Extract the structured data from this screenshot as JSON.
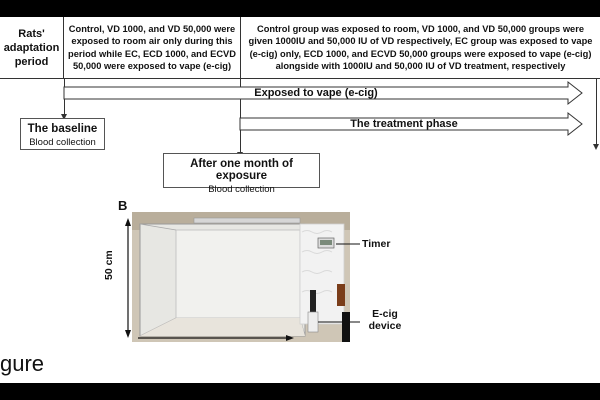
{
  "table": {
    "cell1": "Rats' adaptation period",
    "cell2": "Control, VD 1000, and VD 50,000 were exposed to room air only during this period while EC, ECD 1000, and ECVD 50,000 were exposed to vape (e-cig)",
    "cell3": "Control group was exposed to room, VD 1000, and VD 50,000 groups  were given 1000IU and 50,000 IU of VD respectively, EC group was exposed to vape (e-cig) only, ECD 1000, and ECVD 50,000 groups  were exposed to vape (e-cig) alongside with 1000IU and 50,000 IU of VD treatment, respectively"
  },
  "arrows": {
    "vape": "Exposed to vape (e-cig)",
    "treatment": "The treatment phase"
  },
  "boxes": {
    "baseline_title": "The baseline",
    "baseline_sub": "Blood collection",
    "month_title": "After one month of exposure",
    "month_sub": "Blood collection"
  },
  "panel": {
    "letter": "B",
    "height_label": "50 cm",
    "timer_label": "Timer",
    "ecig_label": "E-cig device"
  },
  "caption_fragment": "gure",
  "colors": {
    "frame": "#000000",
    "line": "#333333",
    "foam": "#f2f2f2",
    "floor": "#e8e4dc"
  }
}
